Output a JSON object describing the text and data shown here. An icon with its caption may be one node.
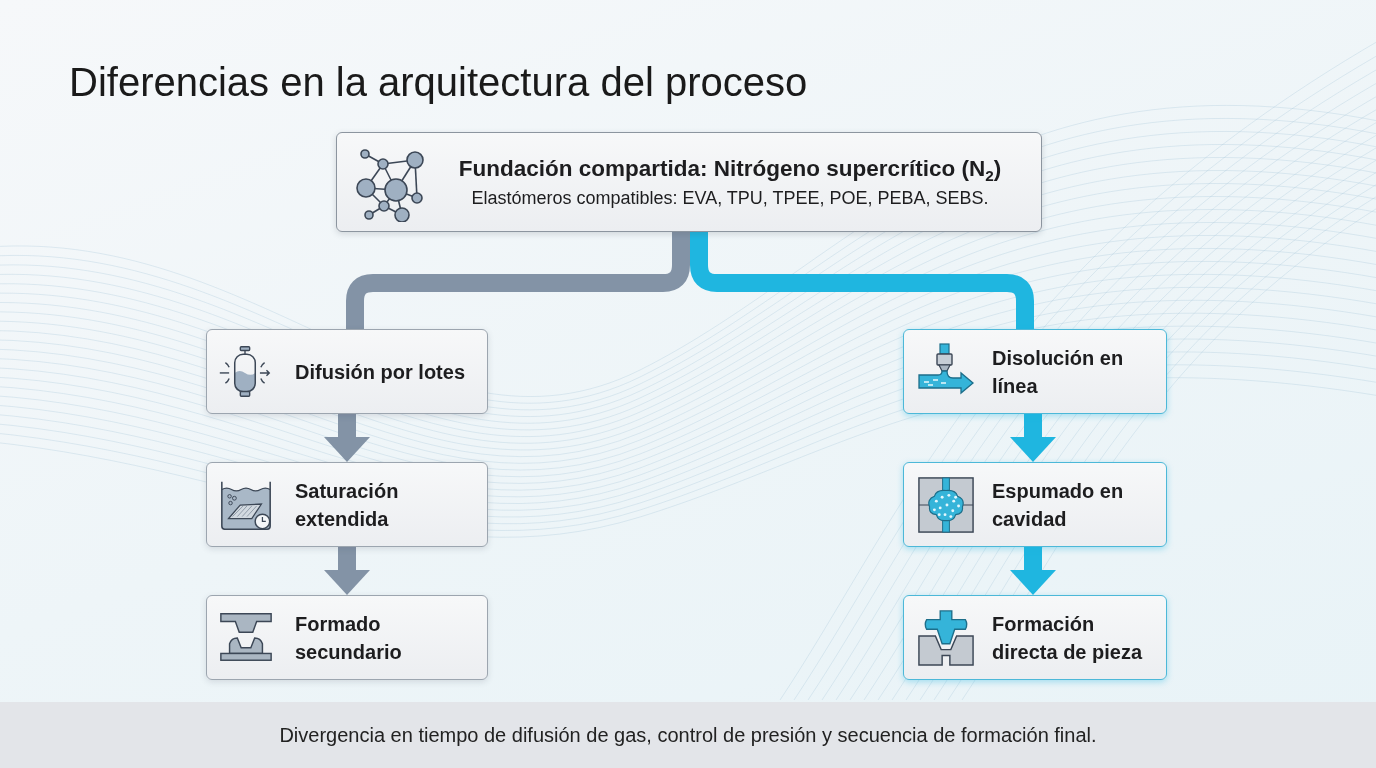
{
  "diagram": {
    "title": "Diferencias en la arquitectura del proceso",
    "caption": "Divergencia en tiempo de difusión de gas, control de presión y secuencia de formación final.",
    "nodes": [
      {
        "text": [
          "Fundación compartida: Nitrógeno supercrítico (N$_{2}$)",
          "Elastómeros compatibles: EVA, TPU, TPEE, POE, PEBA, SEBS."
        ]
      },
      {
        "text": [
          "Difusión por lotes"
        ]
      },
      {
        "text": [
          "Saturación extendida"
        ]
      },
      {
        "text": [
          "Formado secundario"
        ]
      },
      {
        "text": [
          "Disolución en línea"
        ]
      },
      {
        "text": [
          "Espumado en cavidad"
        ]
      },
      {
        "text": [
          "Formación directa de pieza"
        ]
      }
    ],
    "edges": [
      {
        "from": 0,
        "to": 1,
        "arrow": "none",
        "color": "#8393a6"
      },
      {
        "from": 0,
        "to": 4,
        "arrow": "none",
        "color": "#1fb6e0"
      },
      {
        "from": 1,
        "to": 2,
        "arrow": "to",
        "color": "#8393a6"
      },
      {
        "from": 2,
        "to": 3,
        "arrow": "to",
        "color": "#8393a6"
      },
      {
        "from": 4,
        "to": 5,
        "arrow": "to",
        "color": "#1fb6e0"
      },
      {
        "from": 5,
        "to": 6,
        "arrow": "to",
        "color": "#1fb6e0"
      }
    ]
  }
}
